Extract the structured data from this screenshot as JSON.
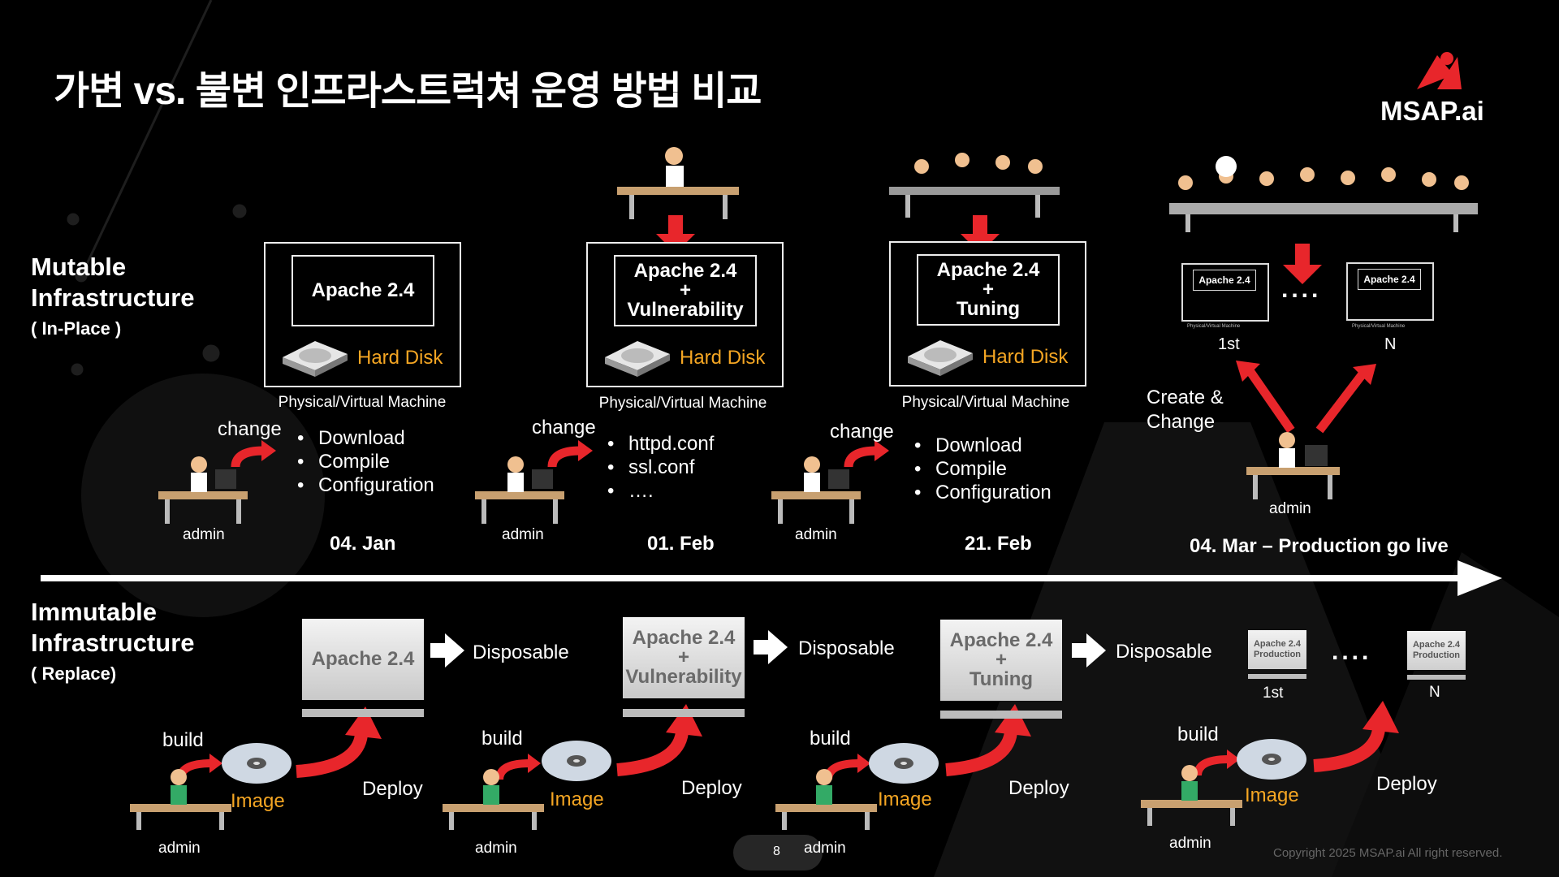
{
  "title": "가변 vs. 불변 인프라스트럭쳐 운영 방법 비교",
  "logo": "MSAP.ai",
  "mutable": {
    "heading_line1": "Mutable",
    "heading_line2": "Infrastructure",
    "heading_sub": "( In-Place )",
    "machine_label": "Physical/Virtual Machine",
    "hard_disk": "Hard Disk",
    "change": "change",
    "admin": "admin",
    "stages": [
      {
        "line1": "Apache 2.4",
        "line2": "",
        "line3": "",
        "bullets": [
          "Download",
          "Compile",
          "Configuration"
        ],
        "date": "04. Jan"
      },
      {
        "line1": "Apache 2.4",
        "line2": "+",
        "line3": "Vulnerability",
        "bullets": [
          "httpd.conf",
          "ssl.conf",
          "…."
        ],
        "date": "01. Feb"
      },
      {
        "line1": "Apache 2.4",
        "line2": "+",
        "line3": "Tuning",
        "bullets": [
          "Download",
          "Compile",
          "Configuration"
        ],
        "date": "21. Feb"
      }
    ],
    "production": {
      "vm_label": "Apache 2.4",
      "vm_caption": "Physical/Virtual Machine",
      "first": "1st",
      "last": "N",
      "dots": "....",
      "create_line1": "Create &",
      "create_line2": "Change",
      "admin": "admin",
      "date": "04. Mar – Production go live"
    }
  },
  "immutable": {
    "heading_line1": "Immutable",
    "heading_line2": "Infrastructure",
    "heading_sub": "( Replace)",
    "build": "build",
    "image": "Image",
    "deploy": "Deploy",
    "disposable": "Disposable",
    "admin": "admin",
    "stages": [
      {
        "line1": "Apache 2.4",
        "line2": "",
        "line3": ""
      },
      {
        "line1": "Apache 2.4",
        "line2": "+",
        "line3": "Vulnerability"
      },
      {
        "line1": "Apache 2.4",
        "line2": "+",
        "line3": "Tuning"
      }
    ],
    "production": {
      "line1": "Apache 2.4",
      "line2": "Production",
      "first": "1st",
      "last": "N",
      "dots": "...."
    }
  },
  "page_number": "8",
  "footer_admin": "admin",
  "copyright": "Copyright 2025 MSAP.ai All right reserved.",
  "colors": {
    "background": "#000000",
    "accent_red": "#e8262b",
    "disk_orange": "#f5a623"
  }
}
